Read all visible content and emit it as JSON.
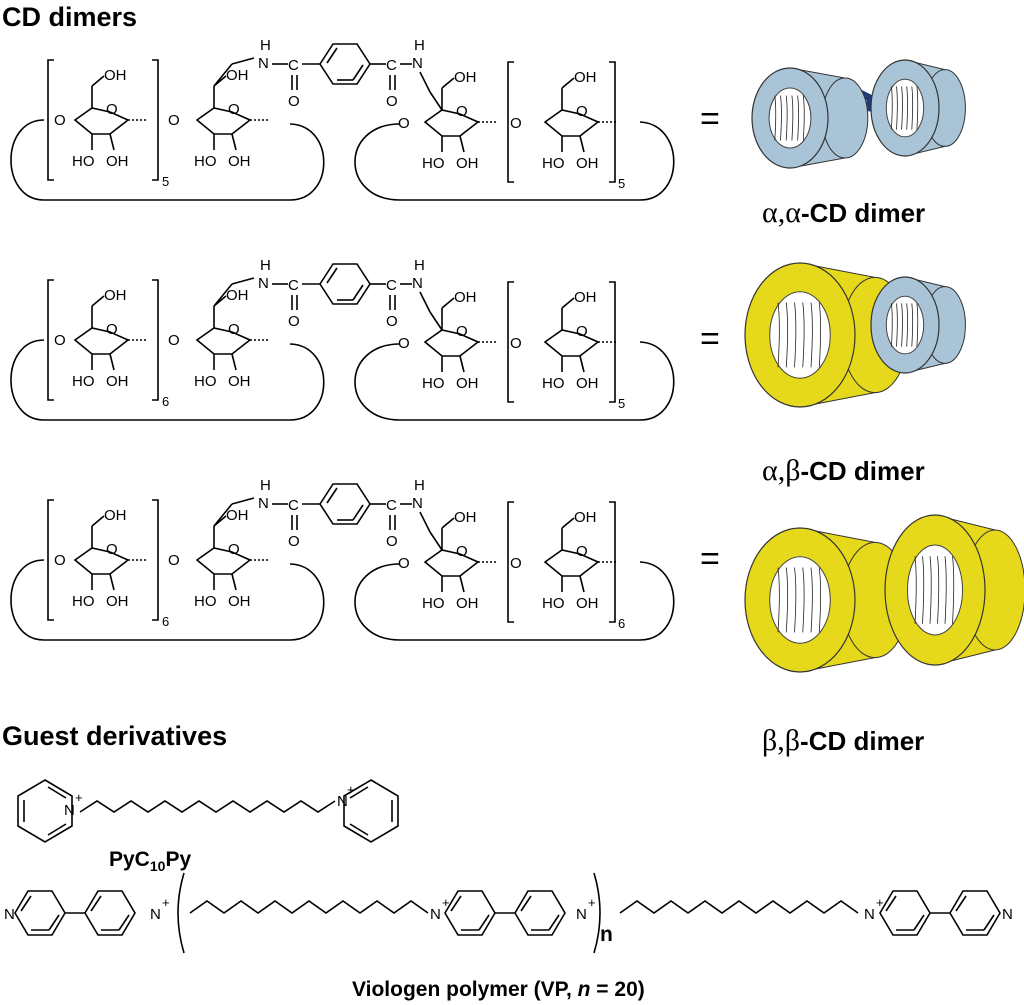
{
  "sections": {
    "cd_title": "CD dimers",
    "guest_title": "Guest derivatives"
  },
  "atoms": {
    "oh": "OH",
    "ho": "HO",
    "o": "O",
    "nh_h": "H",
    "n": "N",
    "c": "C",
    "n_plus": "N",
    "plus": "+",
    "n_sub": "n"
  },
  "rows": [
    {
      "left_count": "5",
      "right_count": "5",
      "dimer_greek": "α,α",
      "dimer_suffix": "-CD dimer",
      "left_color": "#a9c4d6",
      "right_color": "#a9c4d6",
      "linker_color": "#1f3a77"
    },
    {
      "left_count": "6",
      "right_count": "5",
      "dimer_greek": "α,β",
      "dimer_suffix": "-CD dimer",
      "left_color": "#e6d91c",
      "right_color": "#a9c4d6",
      "linker_color": "#1f3a77"
    },
    {
      "left_count": "6",
      "right_count": "6",
      "dimer_greek": "β,β",
      "dimer_suffix": "-CD dimer",
      "left_color": "#e6d91c",
      "right_color": "#e6d91c",
      "linker_color": "#e6d91c"
    }
  ],
  "equals": "=",
  "guests": {
    "pyc10py_pre": "PyC",
    "pyc10py_sub": "10",
    "pyc10py_post": "Py",
    "vp_pre": "Viologen polymer (VP, ",
    "vp_n": "n",
    "vp_post": " = 20)"
  }
}
